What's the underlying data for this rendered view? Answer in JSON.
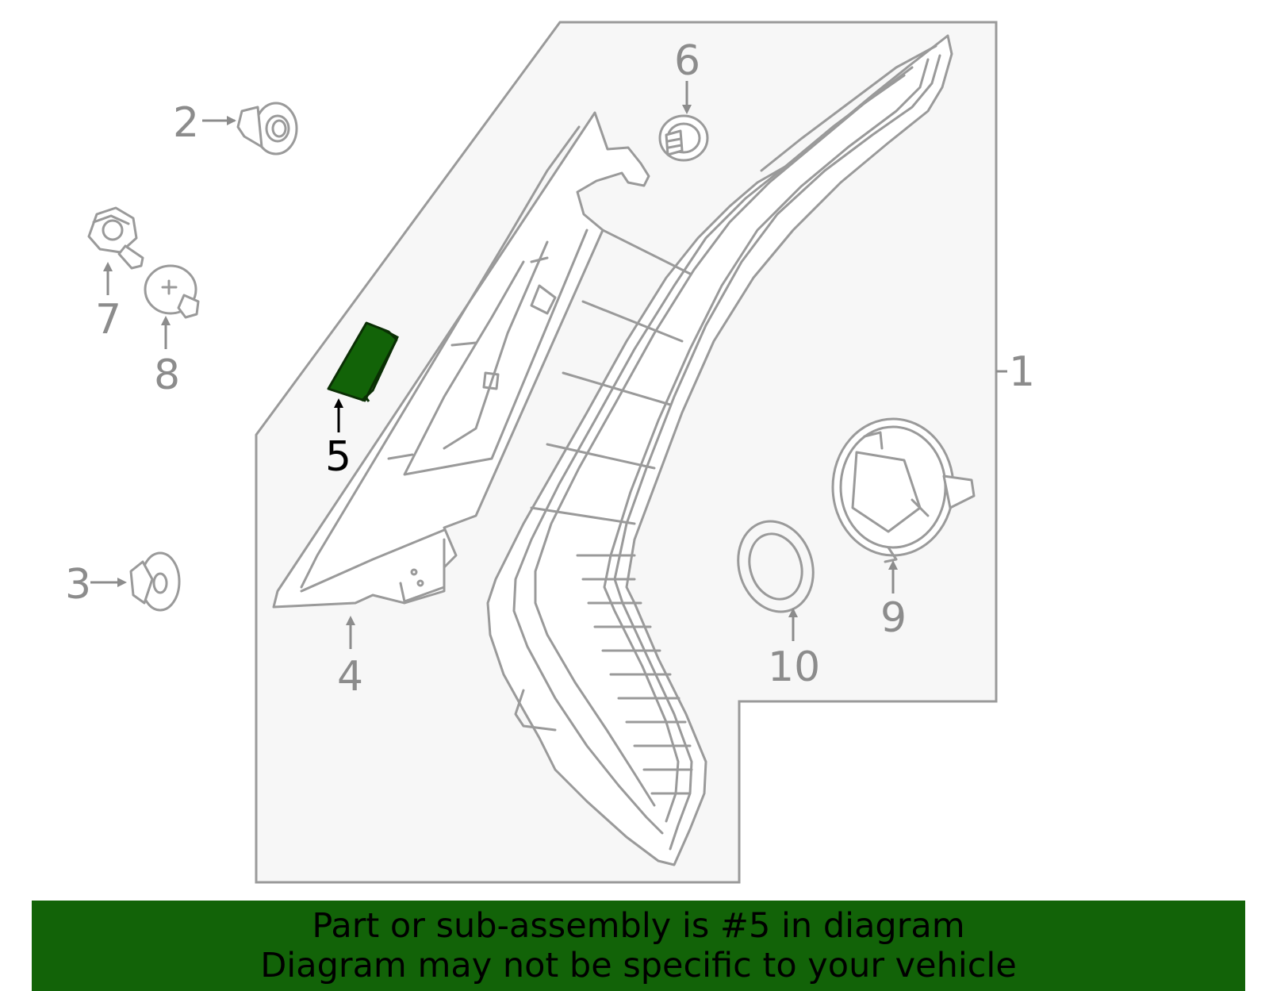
{
  "highlighted_part": "5",
  "callouts": {
    "c1": "1",
    "c2": "2",
    "c3": "3",
    "c4": "4",
    "c5": "5",
    "c6": "6",
    "c7": "7",
    "c8": "8",
    "c9": "9",
    "c10": "10"
  },
  "banner": {
    "line1": "Part or sub-assembly is #5 in diagram",
    "line2": "Diagram may not be specific to your vehicle"
  },
  "colors": {
    "highlight": "#126308",
    "panel": "#f7f7f7",
    "line": "#9a9a9a"
  }
}
